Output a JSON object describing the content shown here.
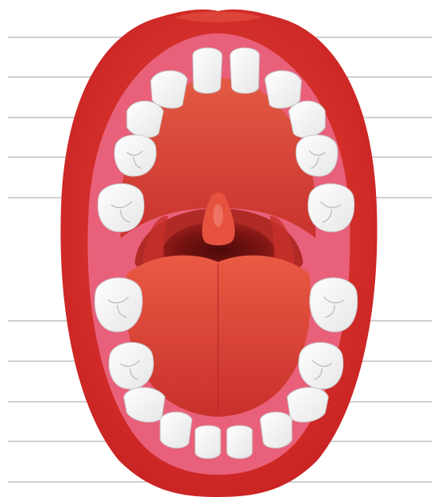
{
  "diagram": {
    "subject": "open-mouth-teeth",
    "colors": {
      "lip_outer": "#d42a2a",
      "lip_highlight": "#e8483a",
      "gum": "#e9607a",
      "gum_light": "#f08a98",
      "palate": "#c9322d",
      "palate_light": "#e35a44",
      "throat": "#7a1412",
      "throat_dark": "#4e0a0a",
      "uvula": "#e6523f",
      "tongue": "#d63a33",
      "tongue_light": "#ea5a44",
      "tooth": "#ffffff",
      "tooth_shade": "#dcdcdc",
      "leader_line": "#9a9a9a"
    },
    "upper_teeth": [
      {
        "label": "",
        "type": "central-incisor",
        "side": "left"
      },
      {
        "label": "",
        "type": "lateral-incisor",
        "side": "left"
      },
      {
        "label": "",
        "type": "canine",
        "side": "left"
      },
      {
        "label": "",
        "type": "first-premolar",
        "side": "left"
      },
      {
        "label": "",
        "type": "molar",
        "side": "left"
      },
      {
        "label": "",
        "type": "central-incisor",
        "side": "right"
      },
      {
        "label": "",
        "type": "lateral-incisor",
        "side": "right"
      },
      {
        "label": "",
        "type": "canine",
        "side": "right"
      },
      {
        "label": "",
        "type": "first-premolar",
        "side": "right"
      },
      {
        "label": "",
        "type": "molar",
        "side": "right"
      }
    ],
    "lower_teeth": [
      {
        "label": "",
        "type": "molar",
        "side": "left"
      },
      {
        "label": "",
        "type": "premolar",
        "side": "left"
      },
      {
        "label": "",
        "type": "canine",
        "side": "left"
      },
      {
        "label": "",
        "type": "lateral-incisor",
        "side": "left"
      },
      {
        "label": "",
        "type": "central-incisor",
        "side": "left"
      },
      {
        "label": "",
        "type": "molar",
        "side": "right"
      },
      {
        "label": "",
        "type": "premolar",
        "side": "right"
      },
      {
        "label": "",
        "type": "canine",
        "side": "right"
      },
      {
        "label": "",
        "type": "lateral-incisor",
        "side": "right"
      },
      {
        "label": "",
        "type": "central-incisor",
        "side": "right"
      }
    ]
  }
}
